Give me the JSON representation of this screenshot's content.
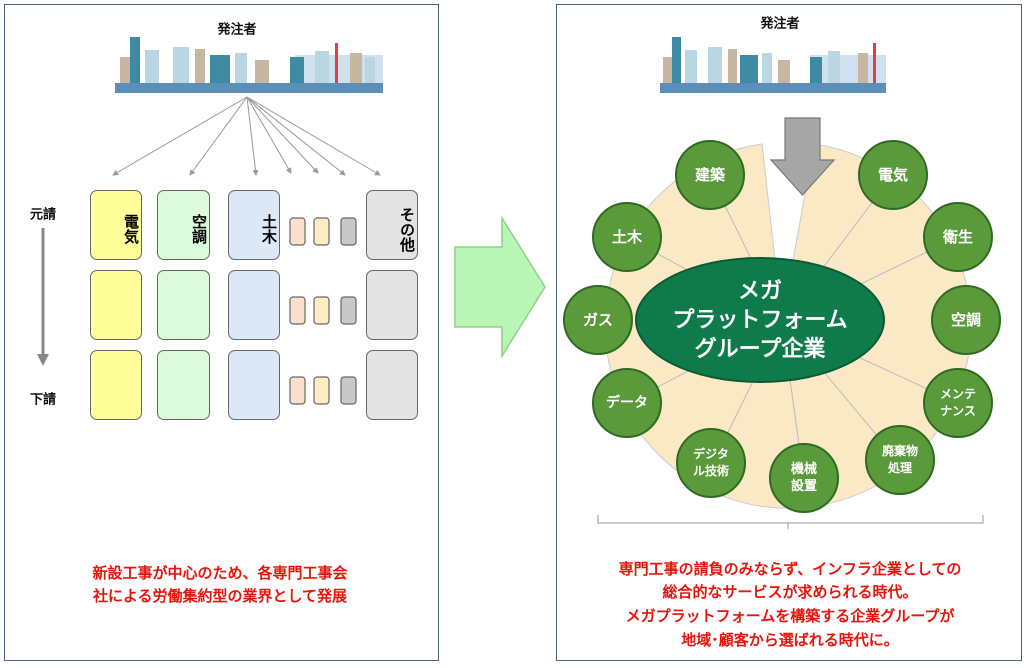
{
  "left": {
    "client_label": "発注者",
    "prime_label": "元請",
    "sub_label": "下請",
    "trades": [
      "電気",
      "空調",
      "土木",
      "その他"
    ],
    "caption": [
      "新設工事が中心のため、各専門工事会",
      "社による労働集約型の業界として発展"
    ]
  },
  "right": {
    "client_label": "発注者",
    "center": [
      "メガ",
      "プラットフォーム",
      "グループ企業"
    ],
    "nodes": [
      "建築",
      "電気",
      "土木",
      "衛生",
      "ガス",
      "空調",
      "データ",
      "メンテナンス",
      "デジタル技術",
      "機械設置",
      "廃棄物処理"
    ],
    "caption": [
      "専門工事の請負のみならず、インフラ企業としての",
      "総合的なサービスが求められる時代。",
      "メガプラットフォームを構築する企業グループが",
      "地域･顧客から選ばれる時代に。"
    ]
  },
  "colors": {
    "green": "#5b9a3a",
    "dark_green": "#0f7a4a",
    "red": "#e8140c",
    "beige": "#fbe9c6",
    "arrow_green": "#b9f5b5"
  }
}
